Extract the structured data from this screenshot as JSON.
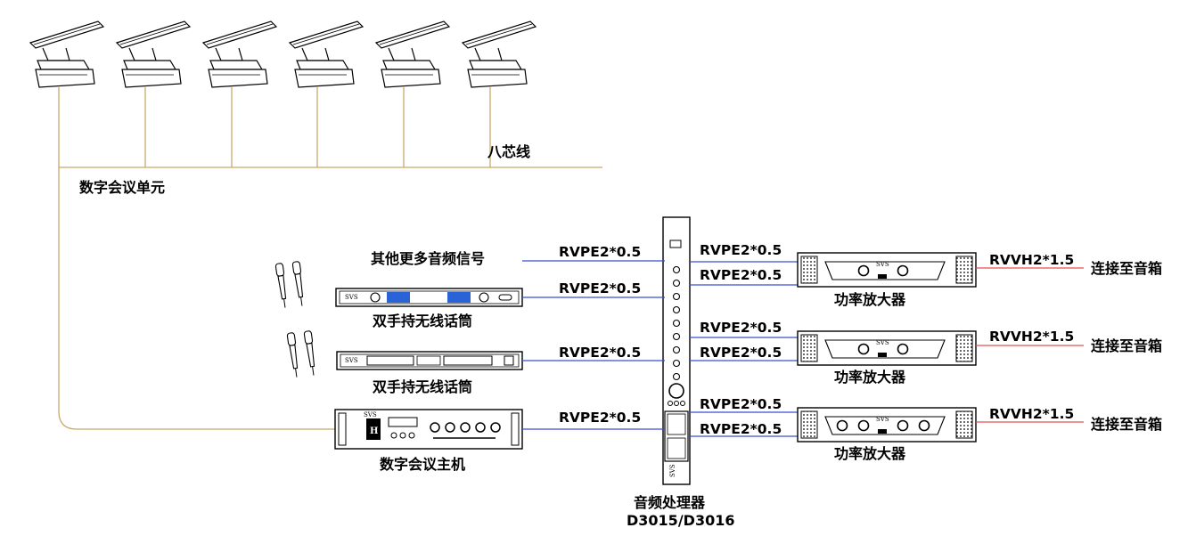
{
  "labels": {
    "eight_core_cable": "八芯线",
    "conference_unit": "数字会议单元",
    "other_audio": "其他更多音频信号",
    "wireless_mic_1": "双手持无线话筒",
    "wireless_mic_2": "双手持无线话筒",
    "conference_host": "数字会议主机",
    "processor_name": "音频处理器",
    "processor_model": "D3015/D3016",
    "amplifier_1": "功率放大器",
    "amplifier_2": "功率放大器",
    "amplifier_3": "功率放大器",
    "speaker_1": "连接至音箱",
    "speaker_2": "连接至音箱",
    "speaker_3": "连接至音箱"
  },
  "cables": {
    "in_other": "RVPE2*0.5",
    "in_mic1": "RVPE2*0.5",
    "in_mic2": "RVPE2*0.5",
    "in_host": "RVPE2*0.5",
    "out_1a": "RVPE2*0.5",
    "out_1b": "RVPE2*0.5",
    "out_2a": "RVPE2*0.5",
    "out_2b": "RVPE2*0.5",
    "out_3a": "RVPE2*0.5",
    "out_3b": "RVPE2*0.5",
    "spk_1": "RVVH2*1.5",
    "spk_2": "RVVH2*1.5",
    "spk_3": "RVVH2*1.5"
  },
  "device_marks": {
    "brand": "SVS",
    "host_button": "H"
  },
  "colors": {
    "bus_line": "#c8a96a",
    "signal_line": "#3a4fd0",
    "speaker_line": "#e05050",
    "device_stroke": "#000000",
    "mic_display": "#2a62d8"
  }
}
